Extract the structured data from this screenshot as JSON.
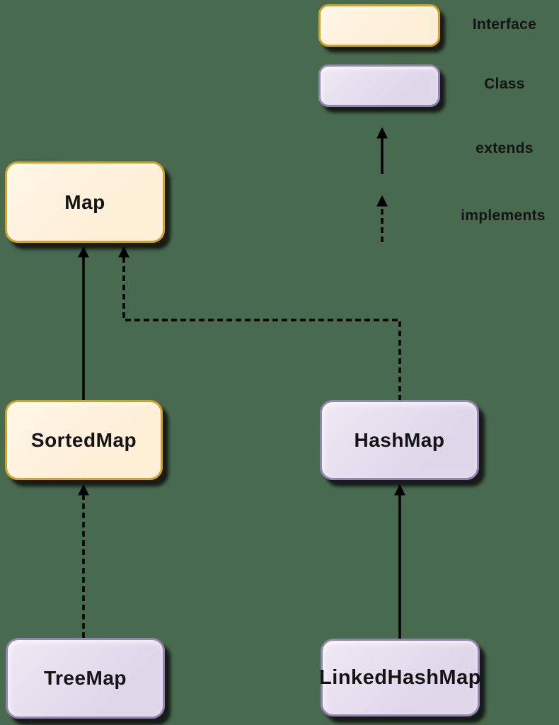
{
  "diagram": {
    "kind": "uml-class-hierarchy",
    "legend": {
      "interface_label": "Interface",
      "class_label": "Class",
      "extends_label": "extends",
      "implements_label": "implements"
    },
    "nodes": {
      "map": {
        "label": "Map",
        "type": "interface"
      },
      "sortedmap": {
        "label": "SortedMap",
        "type": "interface"
      },
      "hashmap": {
        "label": "HashMap",
        "type": "class"
      },
      "treemap": {
        "label": "TreeMap",
        "type": "class"
      },
      "linkedhashmap": {
        "label": "LinkedHashMap",
        "type": "class"
      }
    },
    "edges": [
      {
        "from": "SortedMap",
        "to": "Map",
        "relation": "extends"
      },
      {
        "from": "HashMap",
        "to": "Map",
        "relation": "implements"
      },
      {
        "from": "TreeMap",
        "to": "SortedMap",
        "relation": "implements"
      },
      {
        "from": "LinkedHashMap",
        "to": "HashMap",
        "relation": "extends"
      }
    ],
    "colors": {
      "background": "#486a4e",
      "interface_fill": "#fdeed6",
      "interface_border": "#d8a01d",
      "class_fill": "#ded7e9",
      "class_border": "#9683b5",
      "line": "#000000",
      "text": "#141414"
    }
  }
}
